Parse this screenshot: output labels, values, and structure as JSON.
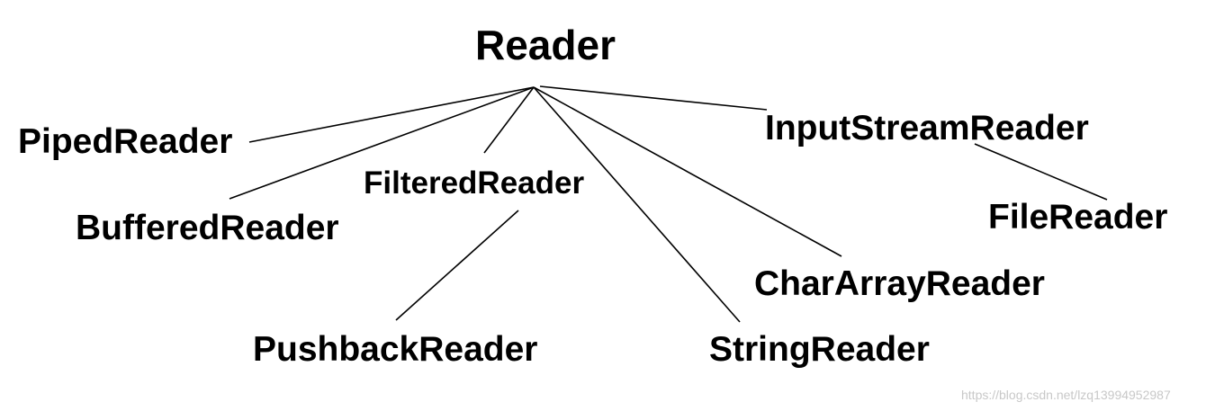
{
  "diagram": {
    "root": "Reader",
    "nodes": {
      "piped_reader": "PipedReader",
      "buffered_reader": "BufferedReader",
      "filtered_reader": "FilteredReader",
      "pushback_reader": "PushbackReader",
      "string_reader": "StringReader",
      "char_array_reader": "CharArrayReader",
      "input_stream_reader": "InputStreamReader",
      "file_reader": "FileReader"
    },
    "edges": [
      {
        "from": "Reader",
        "to": "PipedReader"
      },
      {
        "from": "Reader",
        "to": "BufferedReader"
      },
      {
        "from": "Reader",
        "to": "FilteredReader"
      },
      {
        "from": "Reader",
        "to": "StringReader"
      },
      {
        "from": "Reader",
        "to": "CharArrayReader"
      },
      {
        "from": "Reader",
        "to": "InputStreamReader"
      },
      {
        "from": "FilteredReader",
        "to": "PushbackReader"
      },
      {
        "from": "InputStreamReader",
        "to": "FileReader"
      }
    ]
  },
  "watermark": "https://blog.csdn.net/lzq13994952987"
}
